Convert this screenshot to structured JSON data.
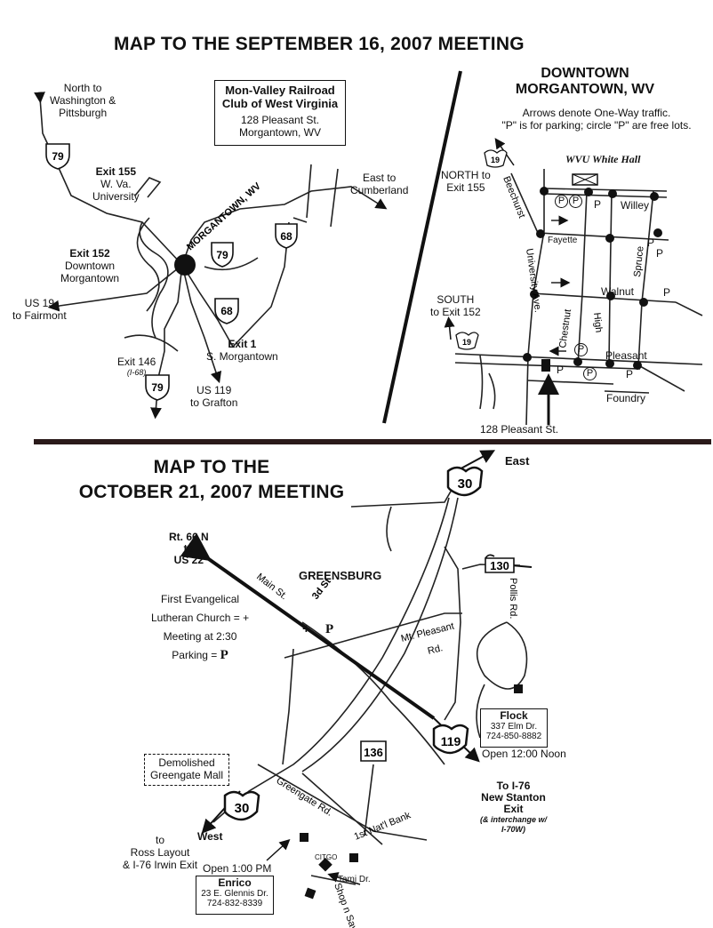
{
  "map1": {
    "title": "MAP TO THE SEPTEMBER 16, 2007 MEETING",
    "club": {
      "name_line1": "Mon-Valley Railroad",
      "name_line2": "Club of West Virginia",
      "addr1": "128 Pleasant St.",
      "addr2": "Morgantown, WV"
    },
    "city": "MORGANTOWN, WV",
    "north_line1": "North to",
    "north_line2": "Washington &",
    "north_line3": "Pittsburgh",
    "exit155_title": "Exit 155",
    "exit155_l1": "W. Va.",
    "exit155_l2": "University",
    "exit152_title": "Exit 152",
    "exit152_l1": "Downtown",
    "exit152_l2": "Morgantown",
    "us19_l1": "US 19",
    "us19_l2": "to Fairmont",
    "exit146_l1": "Exit 146",
    "exit146_l2": "(I-68)",
    "exit1_title": "Exit 1",
    "exit1_l1": "S. Morgantown",
    "us119_l1": "US 119",
    "us119_l2": "to Grafton",
    "east_l1": "East to",
    "east_l2": "Cumberland",
    "shields": {
      "i79": "79",
      "i68": "68"
    }
  },
  "downtown": {
    "title_l1": "DOWNTOWN",
    "title_l2": "MORGANTOWN, WV",
    "note_l1": "Arrows denote One-Way traffic.",
    "note_l2": "\"P\" is for parking; circle \"P\" are free lots.",
    "north_l1": "NORTH to",
    "north_l2": "Exit 155",
    "south_l1": "SOUTH",
    "south_l2": "to Exit 152",
    "whitehall": "WVU White Hall",
    "streets": {
      "beechurst": "Beechurst",
      "willey": "Willey",
      "fayette": "Fayette",
      "university": "University Ave.",
      "chestnut": "Chestnut",
      "high": "High",
      "spruce": "Spruce",
      "walnut": "Walnut",
      "pleasant": "Pleasant",
      "foundry": "Foundry"
    },
    "parking": "P",
    "route": "19",
    "address": "128 Pleasant St."
  },
  "map2": {
    "title_l1": "MAP TO THE",
    "title_l2": "OCTOBER 21, 2007 MEETING",
    "rt66_l1": "Rt. 66 N",
    "rt66_l2": "to",
    "rt66_l3": "US 22",
    "city": "GREENSBURG",
    "main_st": "Main St.",
    "third_st": "3d St",
    "legend_l1": "First Evangelical",
    "legend_l2": "Lutheran Church = +",
    "legend_l3": "Meeting at 2:30",
    "legend_l4": "Parking = ",
    "parking_sym": "P",
    "church_sym": "+",
    "east": "East",
    "west": "West",
    "mtpleasant_l1": "Mt. Pleasant",
    "mtpleasant_l2": "Rd.",
    "pollis": "Pollis Rd.",
    "shields": {
      "us30": "30",
      "us119": "119",
      "pa130": "130",
      "pa136": "136"
    },
    "flock": {
      "name": "Flock",
      "addr": "337 Elm Dr.",
      "phone": "724-850-8882",
      "open": "Open 12:00 Noon"
    },
    "mall_l1": "Demolished",
    "mall_l2": "Greengate Mall",
    "greengate": "Greengate Rd.",
    "bank": "1st Nat'l Bank",
    "citgo": "CITGO",
    "shop": "Shop n Save",
    "tami": "Tami Dr.",
    "toi76_l1": "To I-76",
    "toi76_l2": "New Stanton",
    "toi76_l3": "Exit",
    "toi76_l4": "(& interchange w/",
    "toi76_l5": "I-70W)",
    "ross_l1": "to",
    "ross_l2": "Ross Layout",
    "ross_l3": "& I-76 Irwin Exit",
    "enrico": {
      "name": "Enrico",
      "addr": "23 E. Glennis Dr.",
      "phone": "724-832-8339",
      "open": "Open 1:00 PM"
    }
  }
}
